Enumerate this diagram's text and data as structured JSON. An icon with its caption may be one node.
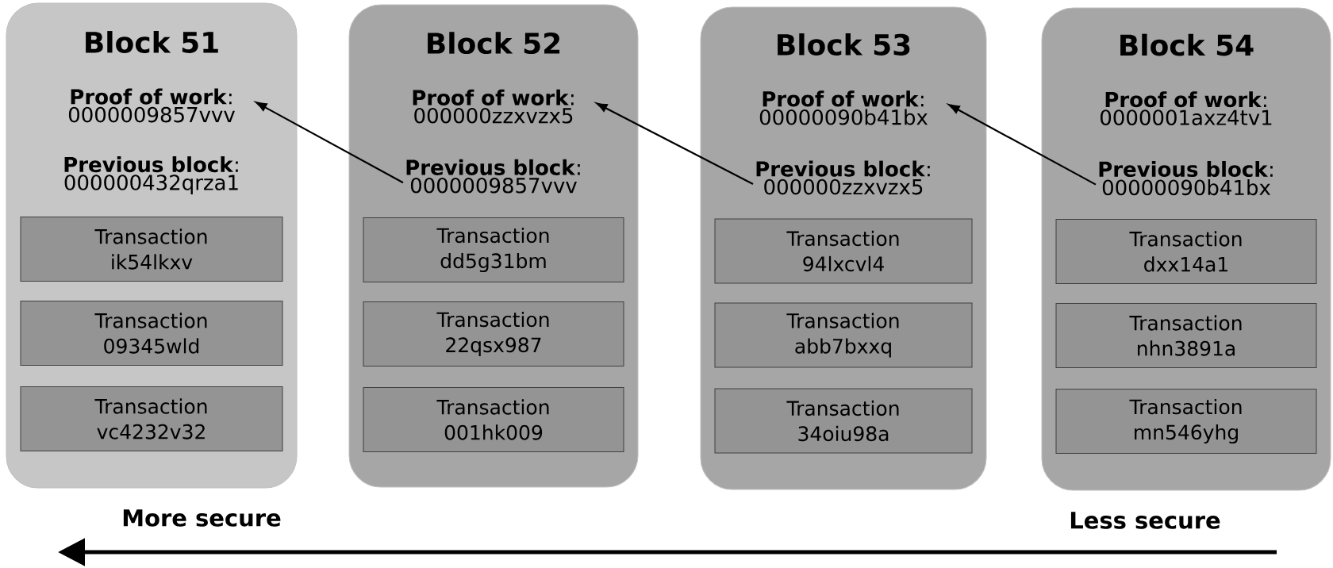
{
  "diagram": {
    "nodes": [
      {
        "text": [
          "Block 51"
        ]
      },
      {
        "text": [
          "**Proof of work**:",
          "0000009857vvv"
        ],
        "in": 0
      },
      {
        "text": [
          "**Previous block**:",
          "000000432qrza1"
        ],
        "in": 0
      },
      {
        "text": [
          "Transaction ik54lkxv"
        ],
        "in": 0
      },
      {
        "text": [
          "Transaction 09345wld"
        ],
        "in": 0
      },
      {
        "text": [
          "Transaction vc4232v32"
        ],
        "in": 0
      },
      {
        "text": [
          "Block 52"
        ]
      },
      {
        "text": [
          "**Proof of work**:",
          "000000zzxvzx5"
        ],
        "in": 6
      },
      {
        "text": [
          "**Previous block**:",
          "0000009857vvv"
        ],
        "in": 6
      },
      {
        "text": [
          "Transaction dd5g31bm"
        ],
        "in": 6
      },
      {
        "text": [
          "Transaction 22qsx987"
        ],
        "in": 6
      },
      {
        "text": [
          "Transaction 001hk009"
        ],
        "in": 6
      },
      {
        "text": [
          "Block 53"
        ]
      },
      {
        "text": [
          "**Proof of work**:",
          "00000090b41bx"
        ],
        "in": 12
      },
      {
        "text": [
          "**Previous block**:",
          "000000zzxvzx5"
        ],
        "in": 12
      },
      {
        "text": [
          "Transaction 94lxcvl4"
        ],
        "in": 12
      },
      {
        "text": [
          "Transaction abb7bxxq"
        ],
        "in": 12
      },
      {
        "text": [
          "Transaction 34oiu98a"
        ],
        "in": 12
      },
      {
        "text": [
          "Block 54"
        ]
      },
      {
        "text": [
          "**Proof of work**:",
          "0000001axz4tv1"
        ],
        "in": 18
      },
      {
        "text": [
          "**Previous block**:",
          "00000090b41bx"
        ],
        "in": 18
      },
      {
        "text": [
          "Transaction dxx14a1"
        ],
        "in": 18
      },
      {
        "text": [
          "Transaction nhn3891a"
        ],
        "in": 18
      },
      {
        "text": [
          "Transaction mn546yhg"
        ],
        "in": 18
      }
    ],
    "edges": [
      {
        "from": 8,
        "to": 1,
        "arrow": "to"
      },
      {
        "from": 14,
        "to": 7,
        "arrow": "to"
      },
      {
        "from": 20,
        "to": 13,
        "arrow": "to"
      }
    ],
    "labels": [
      "More secure",
      "Less secure"
    ]
  }
}
